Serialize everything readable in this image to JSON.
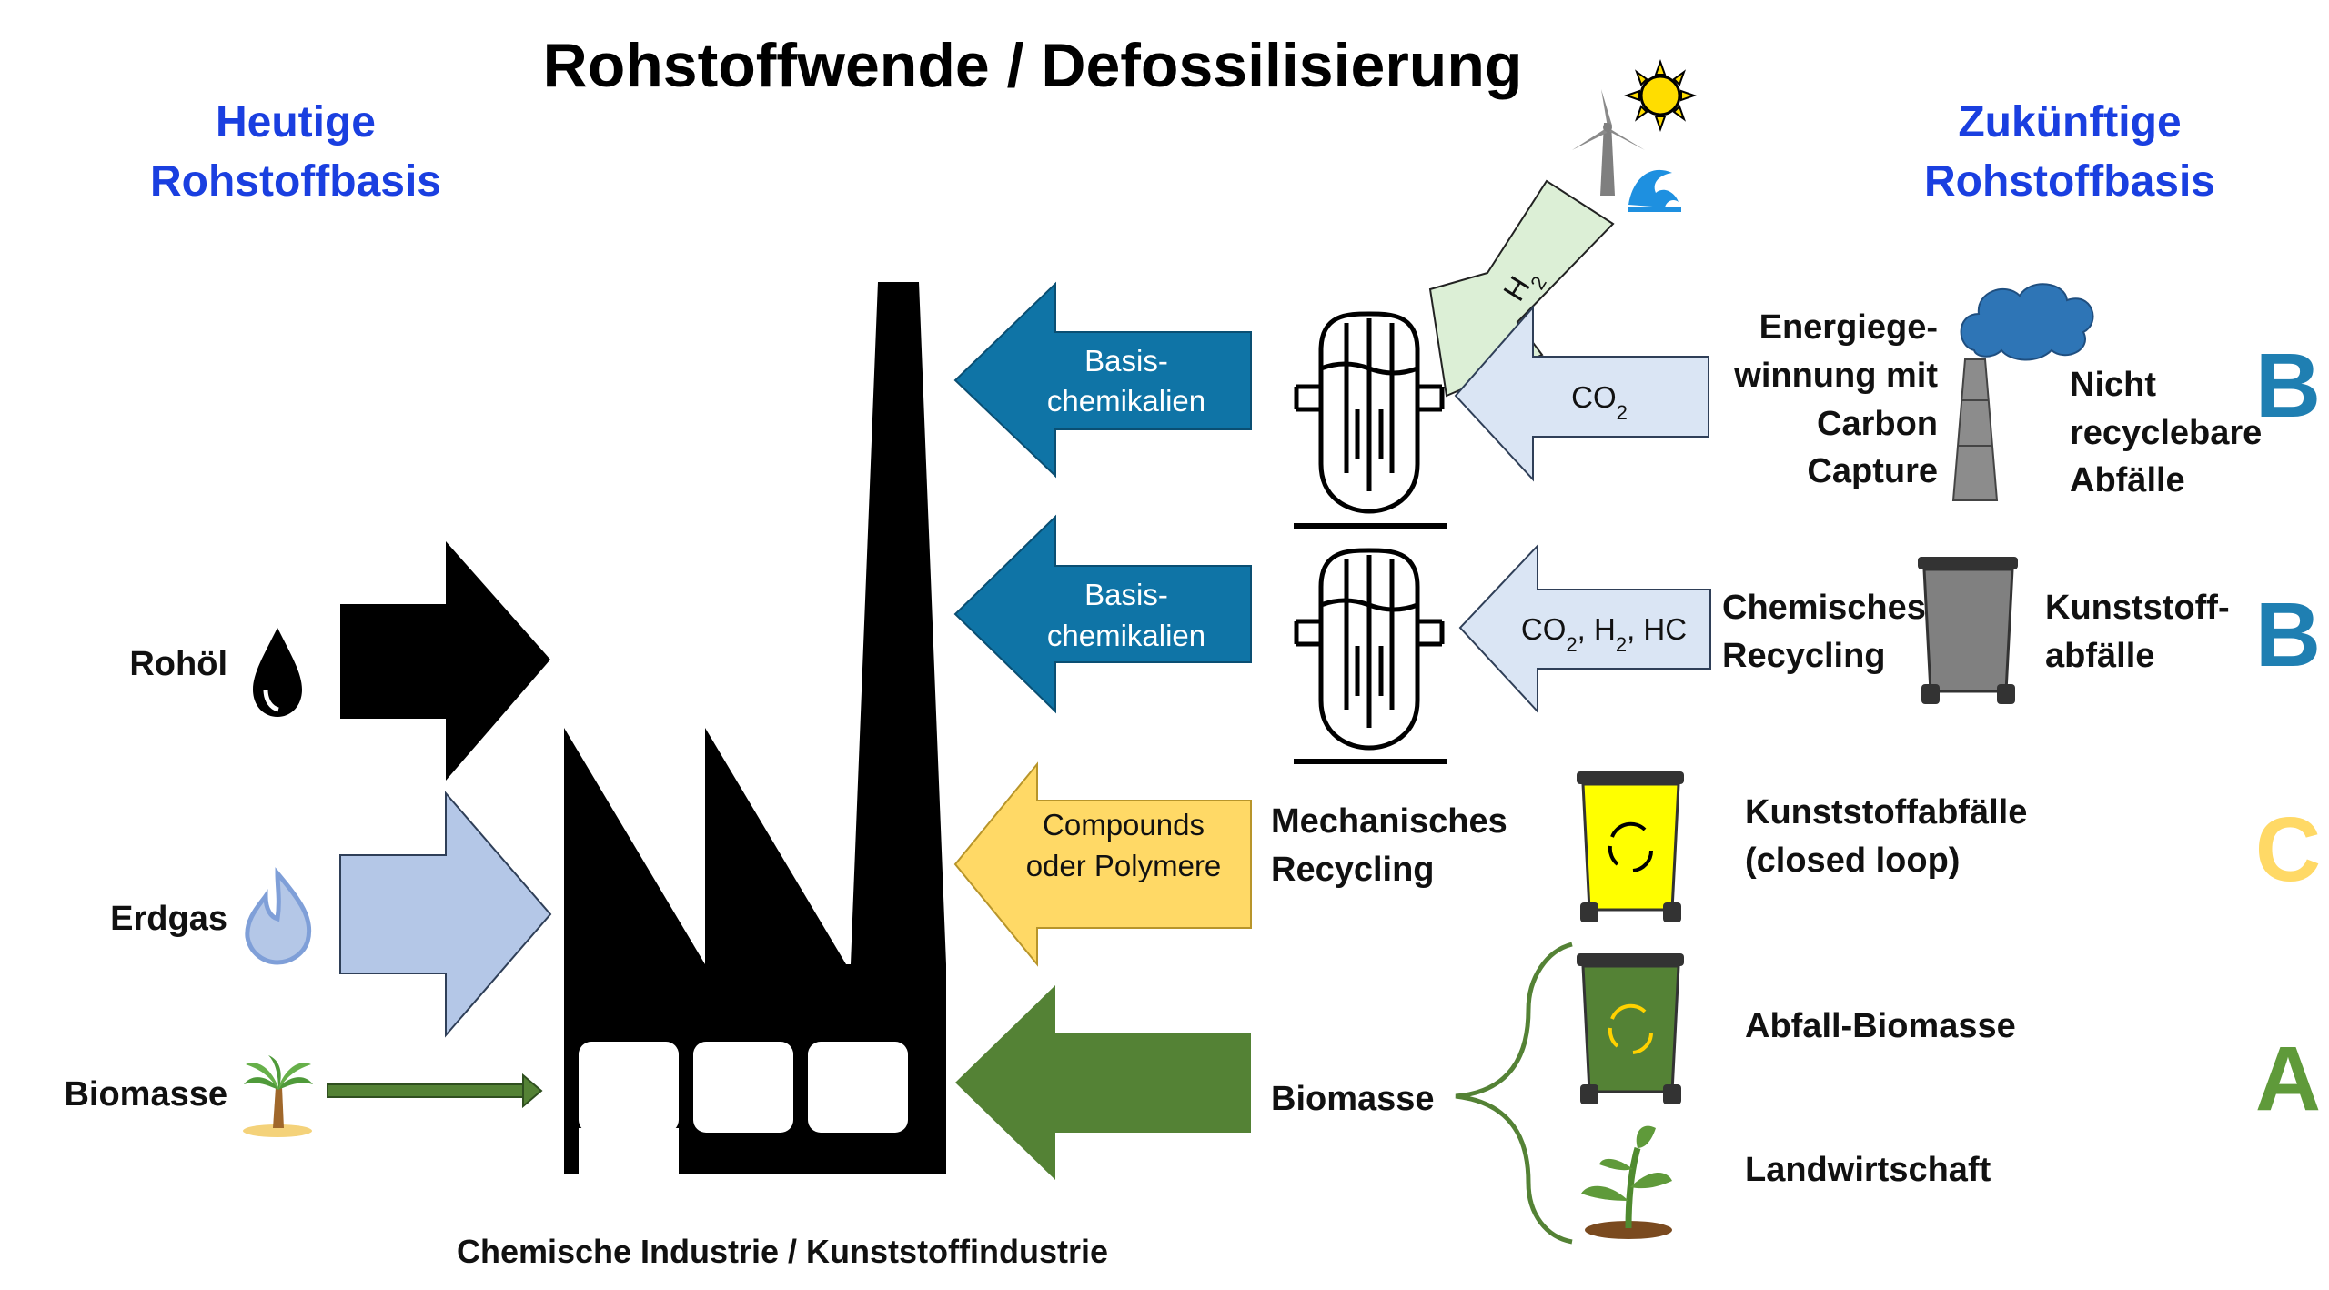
{
  "title": "Rohstoffwende / Defossilisierung",
  "left_heading": {
    "line1": "Heutige",
    "line2": "Rohstoffbasis"
  },
  "right_heading": {
    "line1": "Zukünftige",
    "line2": "Rohstoffbasis"
  },
  "today_sources": {
    "crude_oil": "Rohöl",
    "natural_gas": "Erdgas",
    "biomass": "Biomasse"
  },
  "industry_label": "Chemische Industrie / Kunststoffindustrie",
  "arrows": {
    "basis1": {
      "line1": "Basis-",
      "line2": "chemikalien"
    },
    "basis2": {
      "line1": "Basis-",
      "line2": "chemikalien"
    },
    "compounds": {
      "line1": "Compounds",
      "line2": "oder Polymere"
    },
    "h2": "H",
    "h2_sub": "2",
    "co2": "CO",
    "co2_sub": "2",
    "co2_h2_hc": {
      "p1": "CO",
      "s1": "2",
      "p2": ", H",
      "s2": "2",
      "p3": ", HC"
    }
  },
  "processes": {
    "energy_recovery": {
      "l1": "Energiege-",
      "l2": "winnung mit",
      "l3": "Carbon",
      "l4": "Capture"
    },
    "chemical_recycling": {
      "l1": "Chemisches",
      "l2": "Recycling"
    },
    "mechanical_recycling": {
      "l1": "Mechanisches",
      "l2": "Recycling"
    },
    "biomass": "Biomasse"
  },
  "future_sources": {
    "non_recyclable": {
      "l1": "Nicht",
      "l2": "recyclebare",
      "l3": "Abfälle"
    },
    "plastic_waste": {
      "l1": "Kunststoff-",
      "l2": "abfälle"
    },
    "plastic_closed_loop": {
      "l1": "Kunststoffabfälle",
      "l2": "(closed loop)"
    },
    "waste_biomass": "Abfall-Biomasse",
    "agriculture": "Landwirtschaft"
  },
  "grades": {
    "row1": "B",
    "row2": "B",
    "row3": "C",
    "row4": "A"
  },
  "colors": {
    "dark_blue": "#0f74a6",
    "light_blue": "#b4c7e7",
    "pale_blue": "#dae5f4",
    "pale_green": "#dcefd6",
    "yellow": "#ffd966",
    "green": "#548235",
    "grade_b": "#1f7fb2",
    "grade_c": "#ffd966",
    "grade_a": "#5f9a3a"
  },
  "icons": [
    "oil-drop-icon",
    "gas-flame-icon",
    "palm-tree-icon",
    "factory-icon",
    "reactor-icon",
    "wind-turbine-icon",
    "sun-icon",
    "wave-icon",
    "smokestack-icon",
    "cloud-icon",
    "grey-bin-icon",
    "yellow-bin-icon",
    "green-bin-icon",
    "recycle-icon",
    "seedling-icon"
  ]
}
